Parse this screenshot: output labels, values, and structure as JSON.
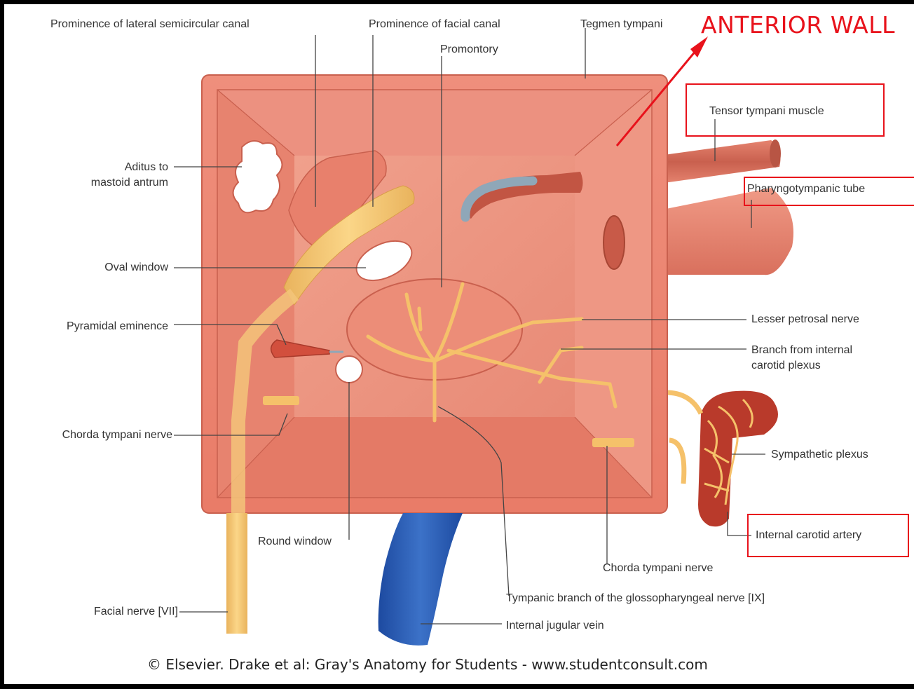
{
  "highlight_title": "ANTERIOR WALL",
  "credit": "© Elsevier. Drake et al: Gray's Anatomy for Students - www.studentconsult.com",
  "colors": {
    "highlight": "#e8121b",
    "wall": "#e8806e",
    "nerve": "#f5c16a",
    "vein": "#2e5fb3",
    "artery": "#b93a2b"
  },
  "labels": {
    "prominence_lateral_canal": "Prominence of lateral semicircular canal",
    "prominence_facial_canal": "Prominence of facial canal",
    "tegmen_tympani": "Tegmen tympani",
    "promontory": "Promontory",
    "aditus_line1": "Aditus to",
    "aditus_line2": "mastoid antrum",
    "oval_window": "Oval window",
    "pyramidal_eminence": "Pyramidal eminence",
    "chorda_tympani_left": "Chorda tympani nerve",
    "round_window": "Round window",
    "facial_nerve": "Facial nerve [VII]",
    "tensor_tympani": "Tensor tympani muscle",
    "pharyngotympanic_tube": "Pharyngotympanic tube",
    "lesser_petrosal": "Lesser petrosal nerve",
    "branch_carotid_line1": "Branch from internal",
    "branch_carotid_line2": "carotid plexus",
    "sympathetic_plexus": "Sympathetic plexus",
    "internal_carotid": "Internal carotid artery",
    "chorda_tympani_right": "Chorda tympani nerve",
    "tympanic_branch": "Tympanic branch of the glossopharyngeal nerve [IX]",
    "internal_jugular": "Internal jugular vein"
  }
}
